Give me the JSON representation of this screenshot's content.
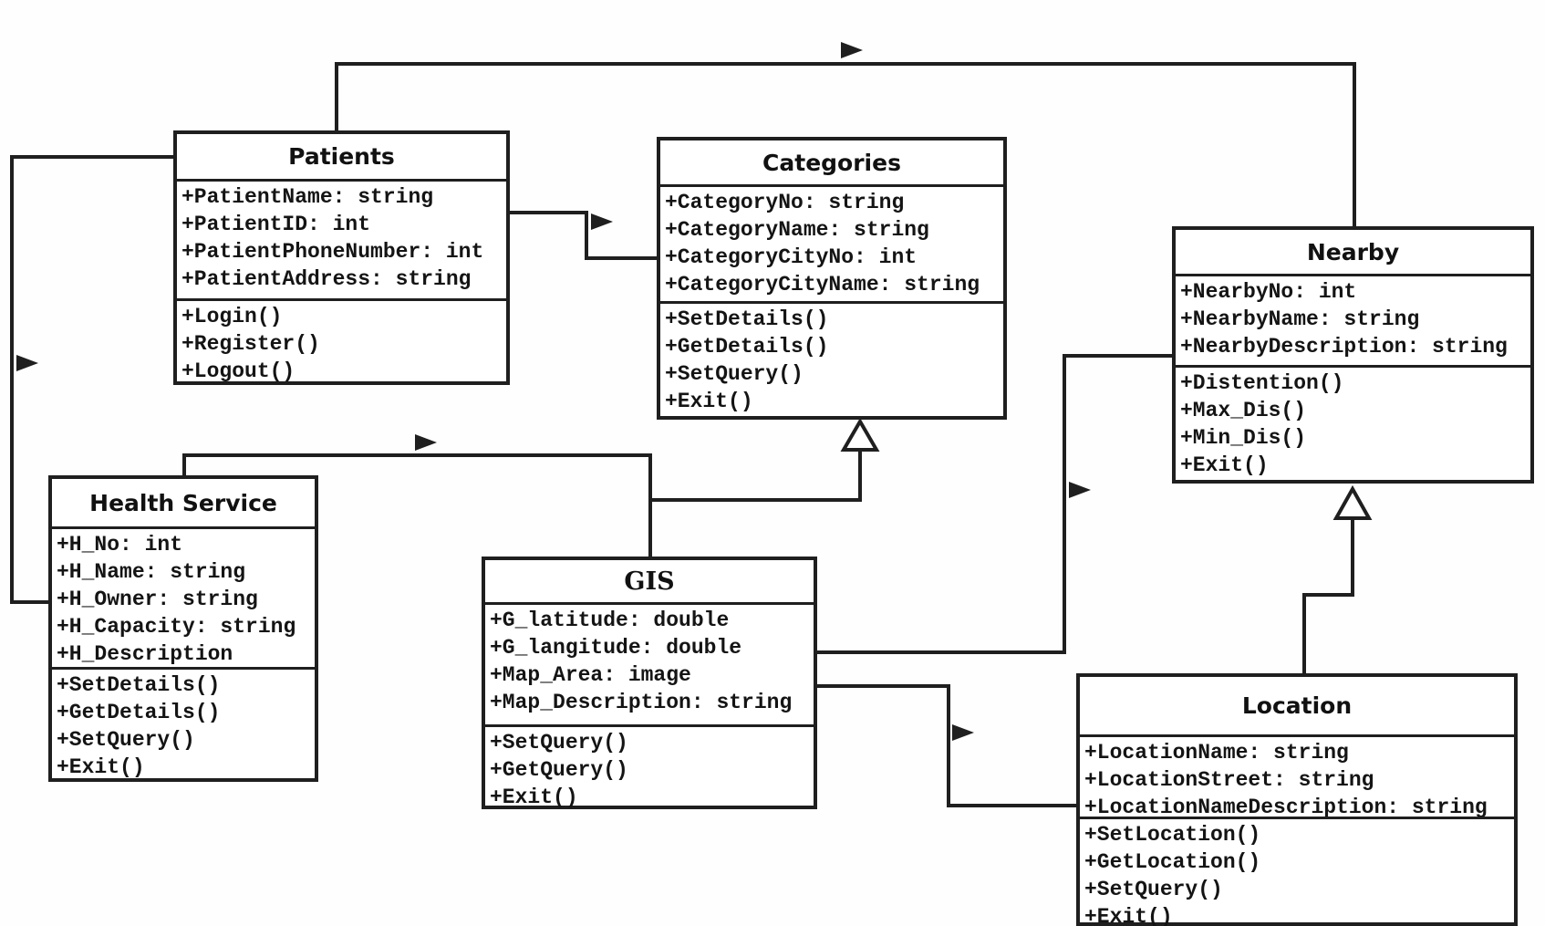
{
  "classes": {
    "patients": {
      "title": "Patients",
      "attributes": [
        "+PatientName: string",
        "+PatientID: int",
        "+PatientPhoneNumber: int",
        "+PatientAddress: string"
      ],
      "methods": [
        "+Login()",
        "+Register()",
        "+Logout()"
      ]
    },
    "categories": {
      "title": "Categories",
      "attributes": [
        "+CategoryNo: string",
        "+CategoryName: string",
        "+CategoryCityNo: int",
        "+CategoryCityName: string"
      ],
      "methods": [
        "+SetDetails()",
        "+GetDetails()",
        "+SetQuery()",
        "+Exit()"
      ]
    },
    "nearby": {
      "title": "Nearby",
      "attributes": [
        "+NearbyNo: int",
        "+NearbyName: string",
        "+NearbyDescription: string"
      ],
      "methods": [
        "+Distention()",
        "+Max_Dis()",
        "+Min_Dis()",
        "+Exit()"
      ]
    },
    "health_service": {
      "title": "Health Service",
      "attributes": [
        "+H_No: int",
        "+H_Name: string",
        "+H_Owner: string",
        "+H_Capacity: string",
        "+H_Description"
      ],
      "methods": [
        "+SetDetails()",
        "+GetDetails()",
        "+SetQuery()",
        "+Exit()"
      ]
    },
    "gis": {
      "title": "GIS",
      "attributes": [
        "+G_latitude: double",
        "+G_langitude: double",
        "+Map_Area: image",
        "+Map_Description: string"
      ],
      "methods": [
        "+SetQuery()",
        "+GetQuery()",
        "+Exit()"
      ]
    },
    "location": {
      "title": "Location",
      "attributes": [
        "+LocationName: string",
        "+LocationStreet: string",
        "+LocationNameDescription: string"
      ],
      "methods": [
        "+SetLocation()",
        "+GetLocation()",
        "+SetQuery()",
        "+Exit()"
      ]
    }
  },
  "relationships": [
    {
      "from": "Patients",
      "to": "Nearby",
      "type": "directed-association"
    },
    {
      "from": "Patients",
      "to": "Categories",
      "type": "directed-association"
    },
    {
      "from": "Patients",
      "to": "Health Service",
      "type": "directed-association"
    },
    {
      "from": "Health Service",
      "to": "GIS",
      "type": "directed-association"
    },
    {
      "from": "GIS",
      "to": "Categories",
      "type": "generalization"
    },
    {
      "from": "GIS",
      "to": "Nearby",
      "type": "directed-association"
    },
    {
      "from": "GIS",
      "to": "Location",
      "type": "directed-association"
    },
    {
      "from": "Location",
      "to": "Nearby",
      "type": "generalization"
    }
  ],
  "colors": {
    "line": "#1f1f1f",
    "box_fill": "#ffffff",
    "background": "#ffffff"
  }
}
